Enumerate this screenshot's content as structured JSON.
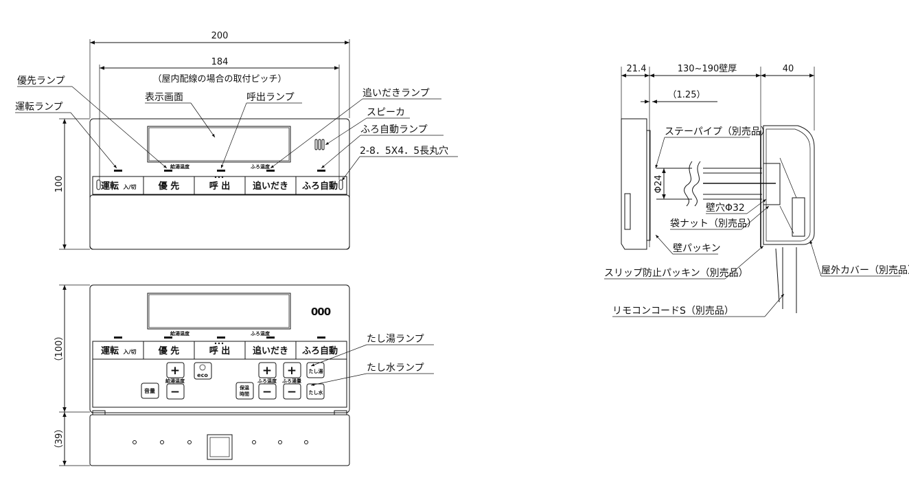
{
  "front": {
    "dims": {
      "width": "200",
      "pitch": "184",
      "pitch_note": "（屋内配線の場合の取付ピッチ）",
      "height": "100"
    },
    "labels": {
      "priority_lamp": "優先ランプ",
      "display": "表示画面",
      "call_lamp": "呼出ランプ",
      "reheat_lamp": "追いだきランプ",
      "run_lamp": "運転ランプ",
      "speaker": "スピーカ",
      "auto_lamp": "ふろ自動ランプ",
      "hole": "2-8．5X4．5長丸穴"
    },
    "display_labels": {
      "left": "給湯温度",
      "right": "ふろ温度"
    },
    "buttons": [
      {
        "main": "運転",
        "sub": "入/切"
      },
      {
        "main": "優 先",
        "sub": ""
      },
      {
        "main": "呼 出",
        "sub": ""
      },
      {
        "main": "追いだき",
        "sub": ""
      },
      {
        "main": "ふろ自動",
        "sub": ""
      }
    ]
  },
  "open": {
    "dims": {
      "height": "（100）",
      "lid": "（39）"
    },
    "labels": {
      "tashiyu_lamp": "たし湯ランプ",
      "tashimizu_lamp": "たし水ランプ"
    },
    "speaker_text": "000",
    "controls": {
      "volume": "音量",
      "kyuto": "給湯温度",
      "eco": "eco",
      "hoon": "保温\n時間",
      "furo_temp": "ふろ温度",
      "furo_level": "ふろ湯量",
      "tashiyu": "たし湯",
      "tashimizu": "たし水",
      "plus": "+",
      "minus": "−"
    }
  },
  "side": {
    "dims": {
      "front": "21.4",
      "wall": "130~190壁厚",
      "back": "40",
      "gap": "（1.25）",
      "pipe": "Φ24"
    },
    "labels": {
      "stay_pipe": "ステーパイプ（別売品）",
      "wall_hole": "壁穴Φ32",
      "bag_nut": "袋ナット（別売品）",
      "wall_packing": "壁パッキン",
      "slip_packing": "スリップ防止パッキン（別売品）",
      "outdoor_cover": "屋外カバー（別売品）",
      "cord": "リモコンコードS（別売品）"
    }
  }
}
